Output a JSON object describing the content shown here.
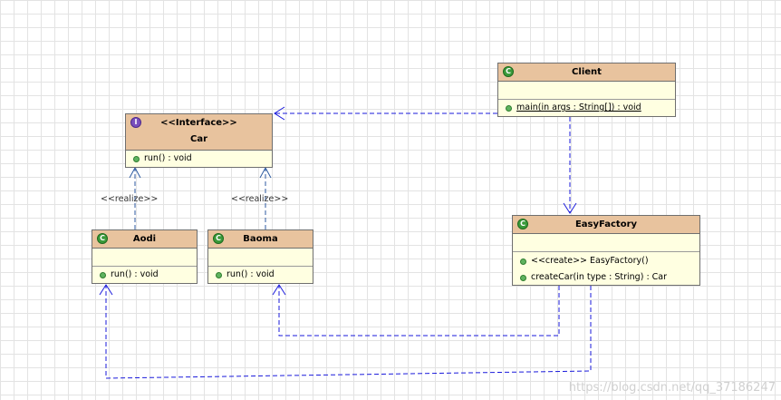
{
  "classes": {
    "client": {
      "name": "Client",
      "ops": [
        "main(in args : String[]) : void"
      ]
    },
    "car": {
      "stereotype": "<<Interface>>",
      "name": "Car",
      "ops": [
        "run() : void"
      ]
    },
    "aodi": {
      "name": "Aodi",
      "ops": [
        "run() : void"
      ]
    },
    "baoma": {
      "name": "Baoma",
      "ops": [
        "run() : void"
      ]
    },
    "easyfactory": {
      "name": "EasyFactory",
      "ops": [
        "<<create>> EasyFactory()",
        "createCar(in type : String) : Car"
      ]
    }
  },
  "relations": {
    "realize_label": "<<realize>>"
  },
  "icons": {
    "class_badge": "C",
    "interface_badge": "I"
  },
  "colors": {
    "header": "#e8c39e",
    "body": "#ffffe1",
    "arrow": "#1a1adb",
    "realize_arrow": "#2c5aa0"
  },
  "watermark": "https://blog.csdn.net/qq_37186247"
}
